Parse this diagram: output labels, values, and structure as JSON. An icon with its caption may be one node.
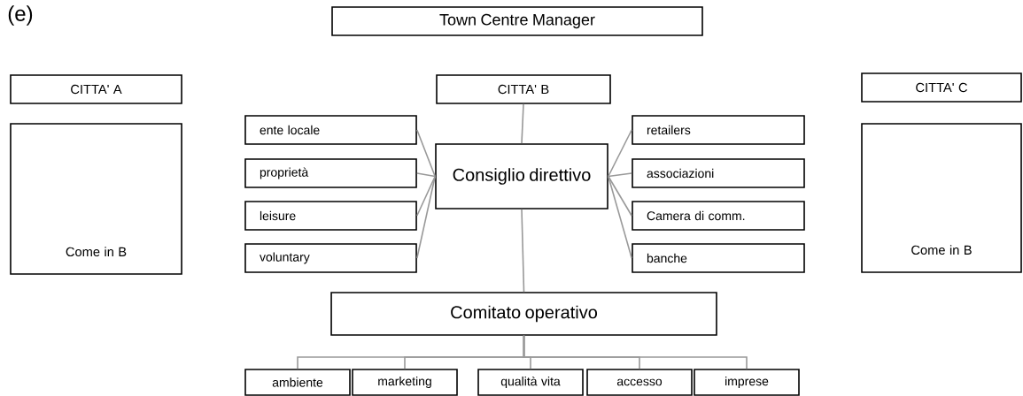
{
  "diagram": {
    "nodes": [
      {
        "text": [
          "Town Centre Manager"
        ]
      },
      {
        "text": [
          "CITTA' A"
        ]
      },
      {
        "text": [
          "Come in B"
        ]
      },
      {
        "text": [
          "CITTA' B"
        ]
      },
      {
        "text": [
          "CITTA' C"
        ]
      },
      {
        "text": [
          "Come in B"
        ]
      },
      {
        "text": [
          "Consiglio direttivo"
        ]
      },
      {
        "text": [
          "ente locale"
        ]
      },
      {
        "text": [
          "proprietà"
        ]
      },
      {
        "text": [
          "leisure"
        ]
      },
      {
        "text": [
          "voluntary"
        ]
      },
      {
        "text": [
          "retailers"
        ]
      },
      {
        "text": [
          "associazioni"
        ]
      },
      {
        "text": [
          "Camera di comm."
        ]
      },
      {
        "text": [
          "banche"
        ]
      },
      {
        "text": [
          "Comitato operativo"
        ]
      },
      {
        "text": [
          "ambiente"
        ]
      },
      {
        "text": [
          "marketing"
        ]
      },
      {
        "text": [
          "qualità vita"
        ]
      },
      {
        "text": [
          "accesso"
        ]
      },
      {
        "text": [
          "imprese"
        ]
      }
    ],
    "edges": [
      {
        "from": 3,
        "to": 6,
        "arrow": "none"
      },
      {
        "from": 7,
        "to": 6,
        "arrow": "none"
      },
      {
        "from": 8,
        "to": 6,
        "arrow": "none"
      },
      {
        "from": 9,
        "to": 6,
        "arrow": "none"
      },
      {
        "from": 10,
        "to": 6,
        "arrow": "none"
      },
      {
        "from": 11,
        "to": 6,
        "arrow": "none"
      },
      {
        "from": 12,
        "to": 6,
        "arrow": "none"
      },
      {
        "from": 13,
        "to": 6,
        "arrow": "none"
      },
      {
        "from": 14,
        "to": 6,
        "arrow": "none"
      },
      {
        "from": 6,
        "to": 15,
        "arrow": "none"
      },
      {
        "from": 15,
        "to": 16,
        "arrow": "none"
      },
      {
        "from": 15,
        "to": 17,
        "arrow": "none"
      },
      {
        "from": 15,
        "to": 18,
        "arrow": "none"
      },
      {
        "from": 15,
        "to": 19,
        "arrow": "none"
      },
      {
        "from": 15,
        "to": 20,
        "arrow": "none"
      }
    ],
    "labels": [
      "(e)"
    ]
  }
}
